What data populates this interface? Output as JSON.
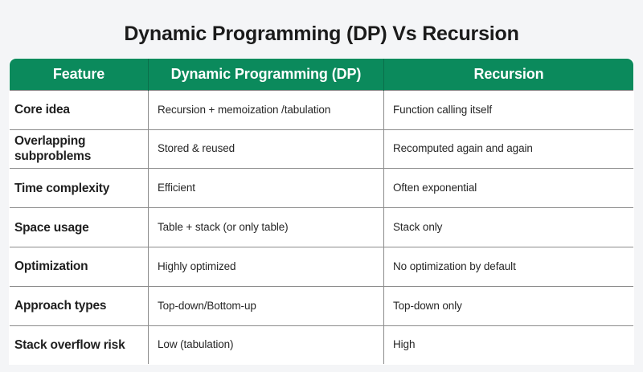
{
  "title": "Dynamic Programming (DP) Vs Recursion",
  "theme": {
    "header_background": "#0b8a5c",
    "header_text": "#ffffff",
    "page_background": "#f4f5f7",
    "table_background": "#ffffff",
    "border_color": "#8c8c8c",
    "feature_text": "#1f1f1f",
    "value_text": "#262626"
  },
  "table": {
    "columns": [
      {
        "key": "feature",
        "label": "Feature"
      },
      {
        "key": "dp",
        "label": "Dynamic Programming (DP)"
      },
      {
        "key": "recursion",
        "label": "Recursion"
      }
    ],
    "rows": [
      {
        "feature": "Core idea",
        "dp": "Recursion + memoization /tabulation",
        "recursion": "Function calling itself"
      },
      {
        "feature": "Overlapping subproblems",
        "dp": "Stored & reused",
        "recursion": "Recomputed again and again"
      },
      {
        "feature": "Time complexity",
        "dp": "Efficient",
        "recursion": "Often exponential"
      },
      {
        "feature": "Space usage",
        "dp": "Table + stack (or only table)",
        "recursion": "Stack only"
      },
      {
        "feature": "Optimization",
        "dp": "Highly optimized",
        "recursion": "No optimization by default"
      },
      {
        "feature": "Approach types",
        "dp": "Top-down/Bottom-up",
        "recursion": "Top-down only"
      },
      {
        "feature": "Stack overflow risk",
        "dp": "Low (tabulation)",
        "recursion": "High"
      }
    ]
  }
}
